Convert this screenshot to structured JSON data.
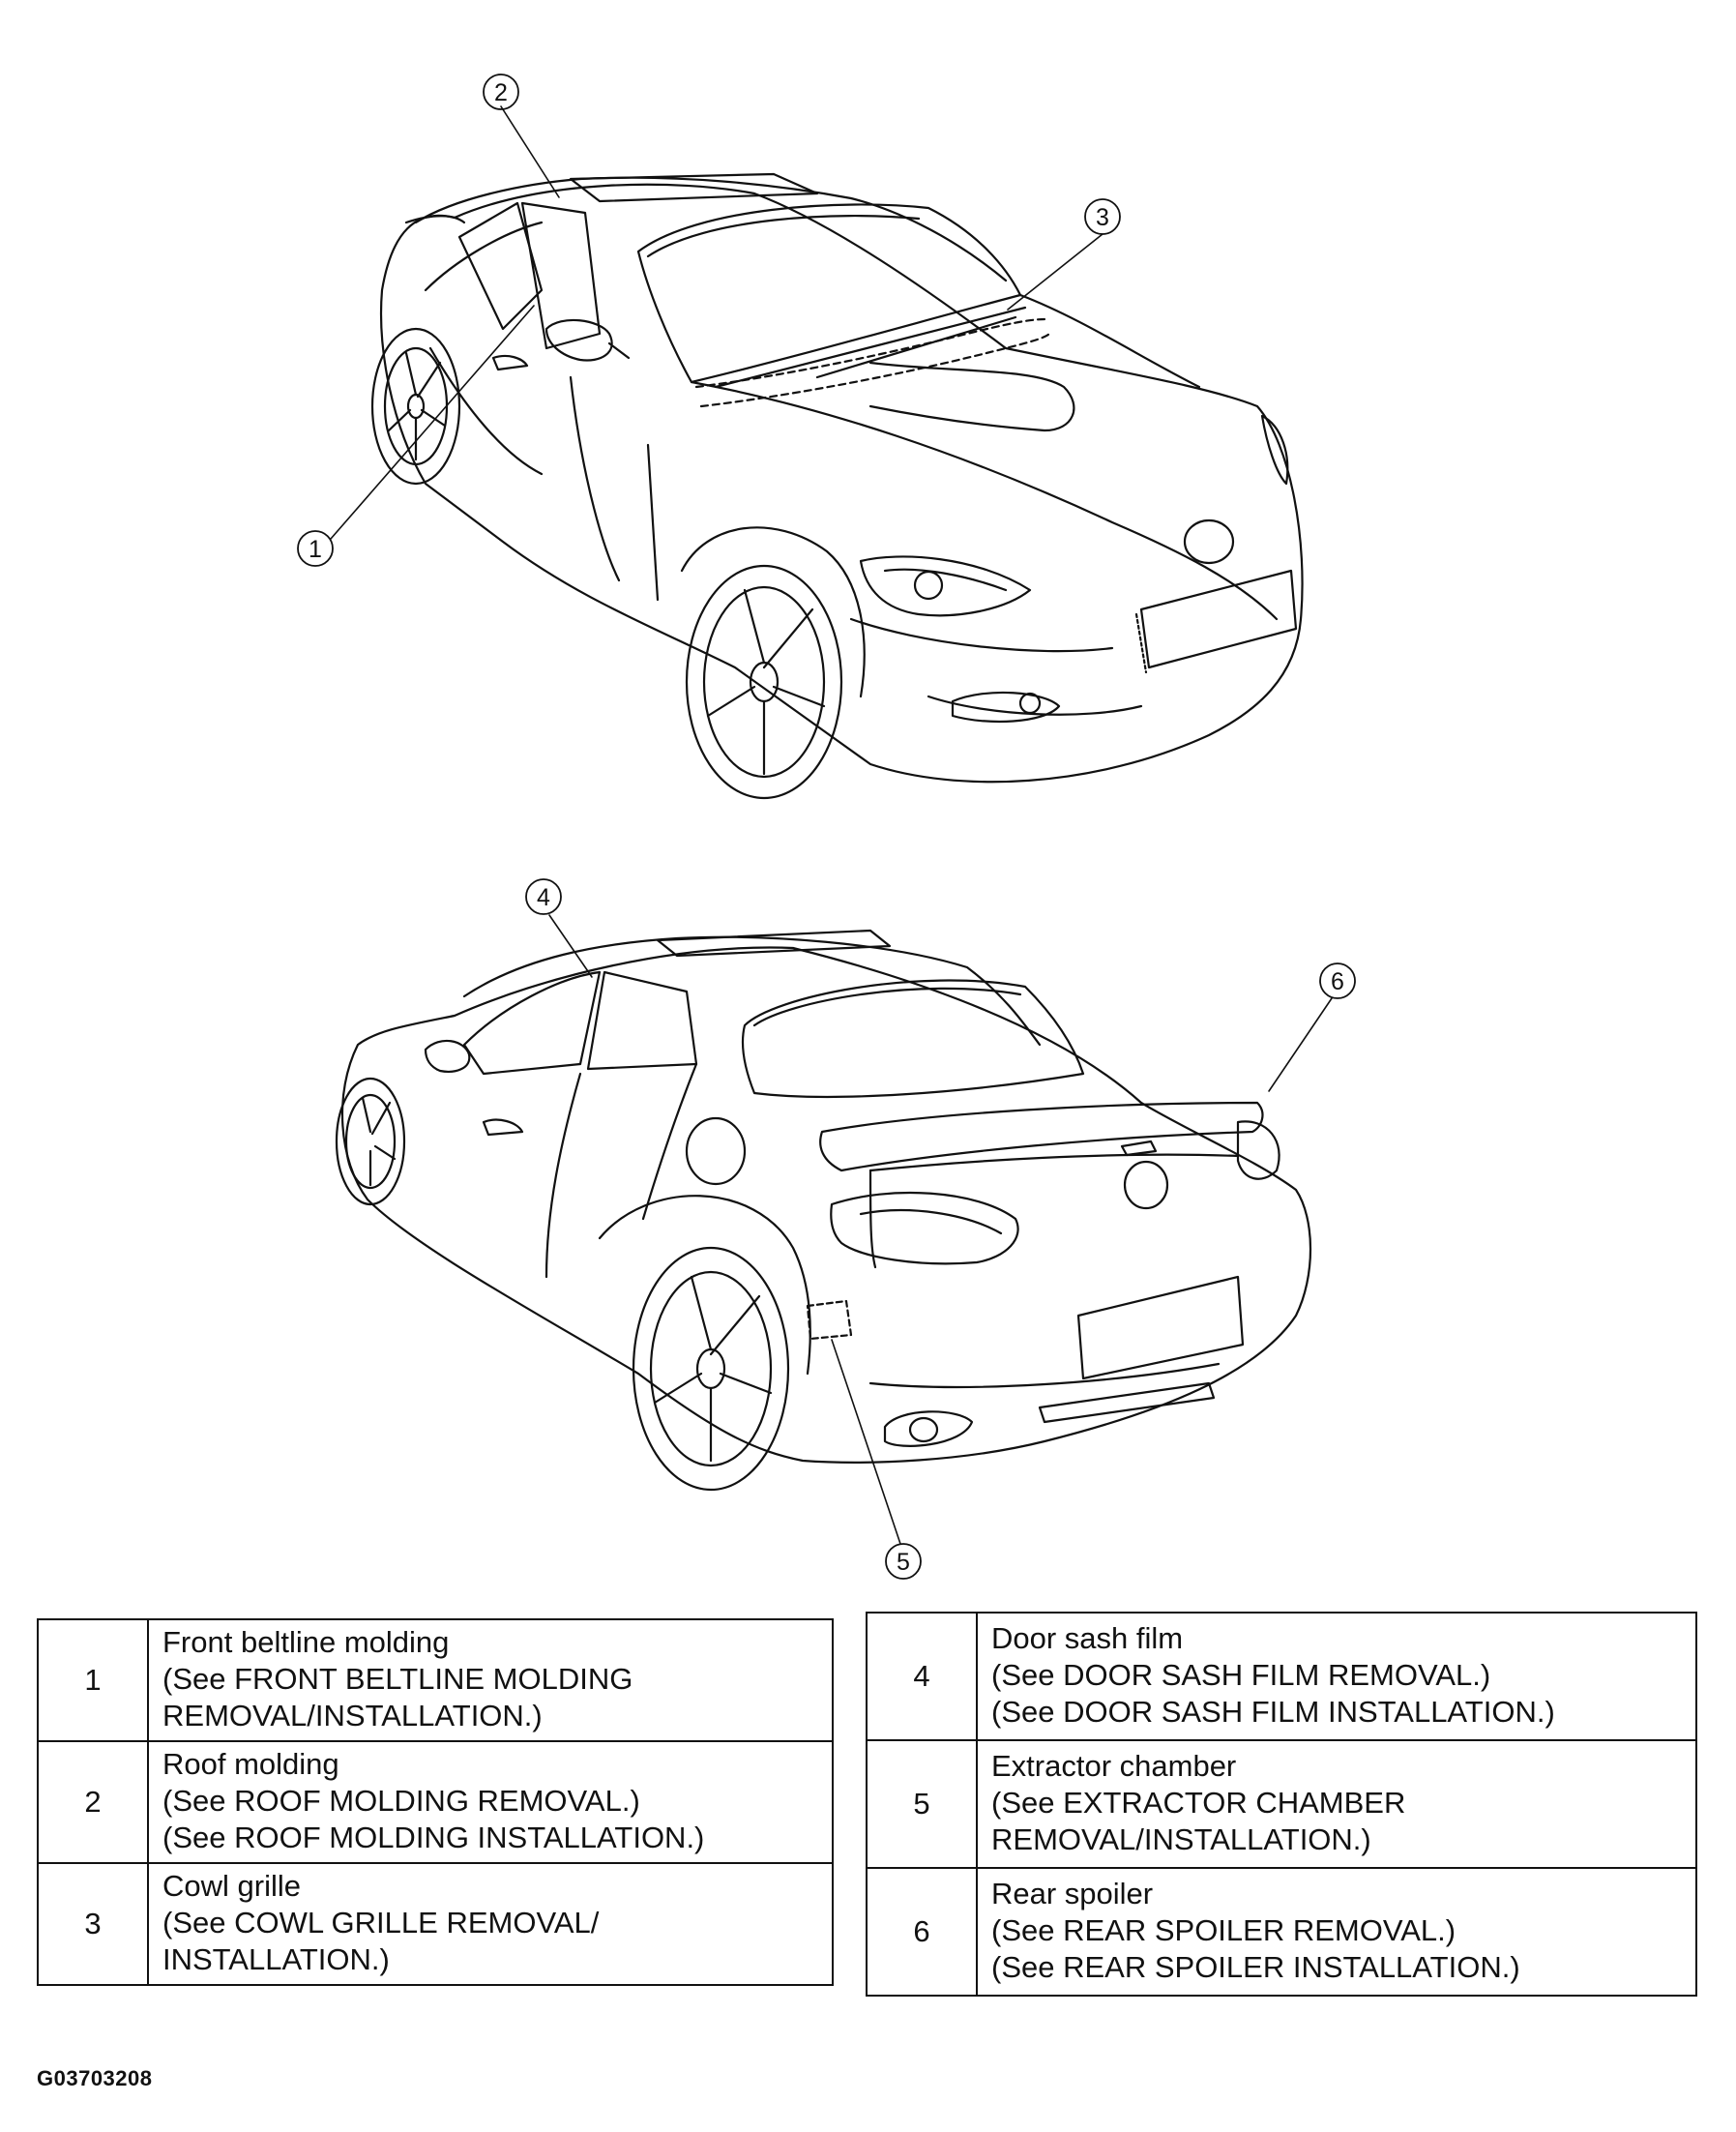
{
  "callouts": {
    "c1": "1",
    "c2": "2",
    "c3": "3",
    "c4": "4",
    "c5": "5",
    "c6": "6"
  },
  "legend_left": [
    {
      "num": "1",
      "lines": [
        "Front beltline molding",
        "(See FRONT BELTLINE MOLDING",
        "REMOVAL/INSTALLATION.)"
      ]
    },
    {
      "num": "2",
      "lines": [
        "Roof molding",
        "(See ROOF MOLDING REMOVAL.)",
        "(See ROOF MOLDING INSTALLATION.)"
      ]
    },
    {
      "num": "3",
      "lines": [
        "Cowl grille",
        "(See COWL GRILLE REMOVAL/",
        "INSTALLATION.)"
      ]
    }
  ],
  "legend_right": [
    {
      "num": "4",
      "lines": [
        "Door sash film",
        "(See DOOR SASH FILM REMOVAL.)",
        "(See DOOR SASH FILM INSTALLATION.)"
      ]
    },
    {
      "num": "5",
      "lines": [
        "Extractor chamber",
        "(See EXTRACTOR CHAMBER",
        "REMOVAL/INSTALLATION.)"
      ]
    },
    {
      "num": "6",
      "lines": [
        "Rear spoiler",
        "(See REAR SPOILER REMOVAL.)",
        "(See REAR SPOILER INSTALLATION.)"
      ]
    }
  ],
  "figure_code": "G03703208"
}
